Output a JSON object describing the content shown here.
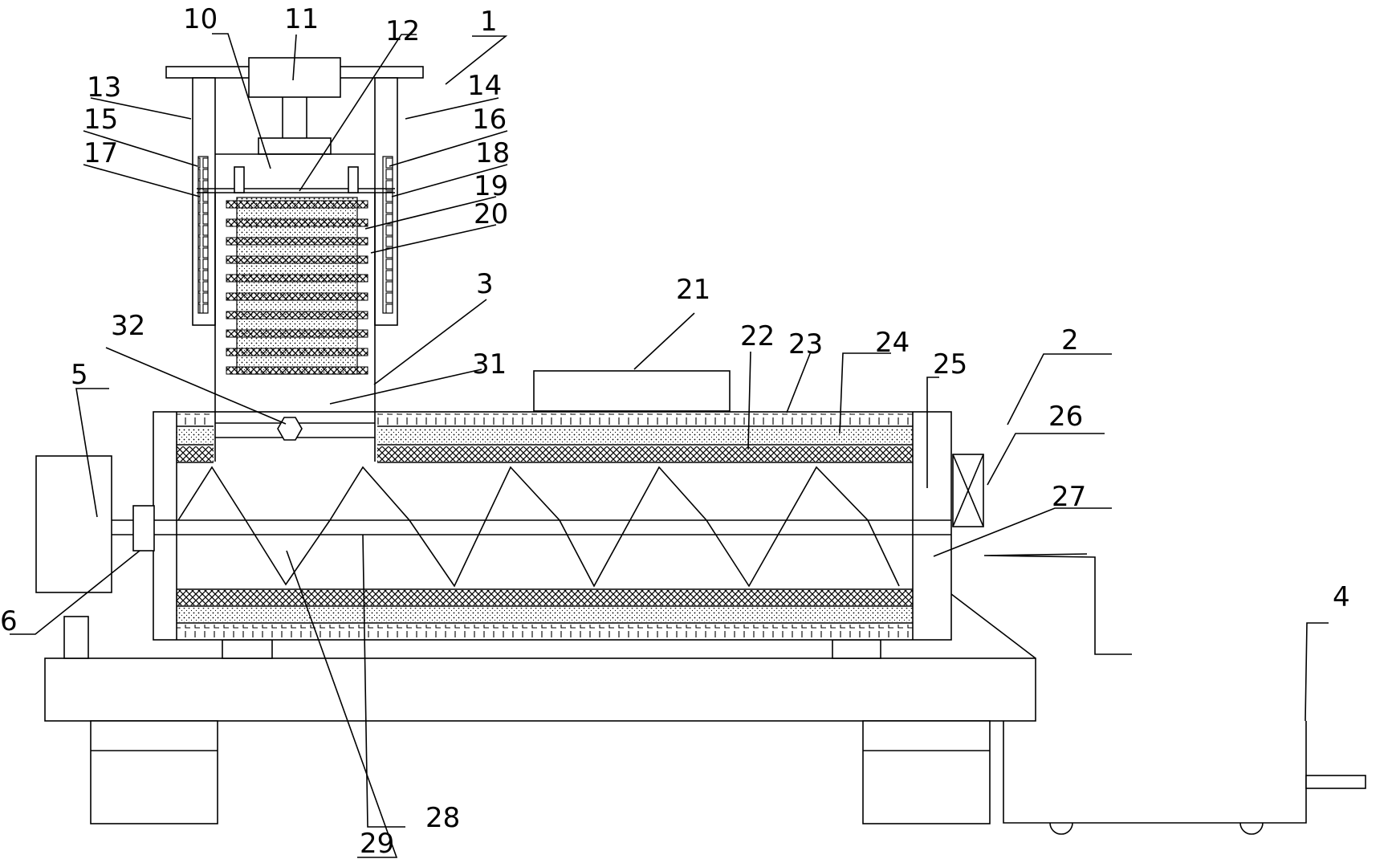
{
  "diagram": {
    "type": "patent mechanical drawing",
    "line_color": "#000000",
    "background": "#ffffff",
    "reference_numerals": [
      "1",
      "2",
      "3",
      "4",
      "5",
      "6",
      "10",
      "11",
      "12",
      "13",
      "14",
      "15",
      "16",
      "17",
      "18",
      "19",
      "20",
      "21",
      "22",
      "23",
      "24",
      "25",
      "26",
      "27",
      "28",
      "29",
      "31",
      "32"
    ]
  }
}
